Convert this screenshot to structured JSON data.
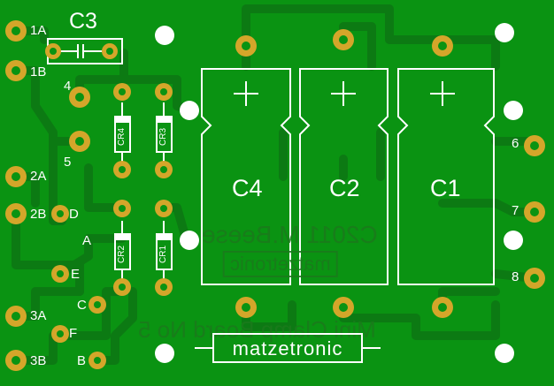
{
  "board": {
    "capacitors": {
      "c1": "C1",
      "c2": "C2",
      "c3": "C3",
      "c4": "C4"
    },
    "diodes": {
      "cr1": "CR1",
      "cr2": "CR2",
      "cr3": "CR3",
      "cr4": "CR4"
    },
    "pads_left": {
      "p1a": "1A",
      "p1b": "1B",
      "p2a": "2A",
      "p2b": "2B",
      "p3a": "3A",
      "p3b": "3B",
      "p4": "4",
      "p5": "5",
      "pa": "A",
      "pb": "B",
      "pc": "C",
      "pd": "D",
      "pe": "E",
      "pf": "F"
    },
    "pads_right": {
      "p6": "6",
      "p7": "7",
      "p8": "8"
    },
    "logo": "matzetronic",
    "bottom_layer": {
      "copyright": "C2011 M.Beese",
      "logo": "matzetronic",
      "board_name": "Mini Clamp Board No 5"
    },
    "colors": {
      "board": "#0a9312",
      "trace": "#0c7a13",
      "pad": "#d4a62a",
      "silk": "#ffffff"
    }
  }
}
